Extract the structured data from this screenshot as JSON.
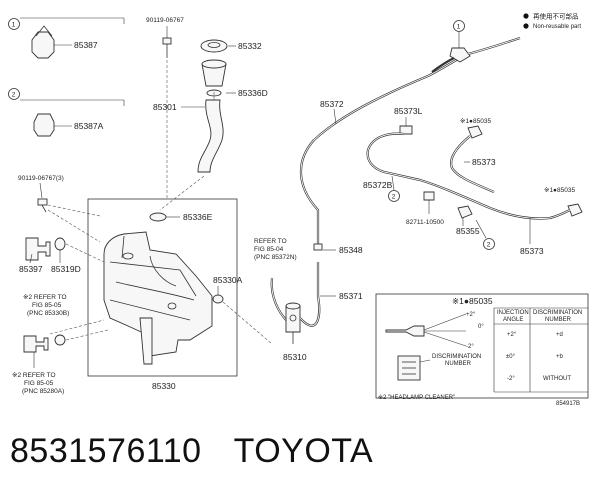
{
  "legend": {
    "item1": "再使用不可部品",
    "item2": "Non-reusable part"
  },
  "callouts": {
    "c1": "1",
    "c2": "2"
  },
  "parts": {
    "p85387": "85387",
    "p85387A": "85387A",
    "p90119_06767": "90119-06767",
    "p85332": "85332",
    "p85336D": "85336D",
    "p85301": "85301",
    "p90119_06767_3": "90119-06767(3)",
    "p85336E": "85336E",
    "p85397": "85397",
    "p85319D": "85319D",
    "p85330A": "85330A",
    "p85330": "85330",
    "p85372": "85372",
    "p85373L": "85373L",
    "p85035_a": "※1●85035",
    "p85373_a": "85373",
    "p85372B": "85372B",
    "p85035_b": "※1●85035",
    "p82711": "82711-10500",
    "p85355": "85355",
    "p85373_b": "85373",
    "p85348": "85348",
    "p85371": "85371",
    "p85310": "85310"
  },
  "refs": {
    "fig_85_04": [
      "REFER TO",
      "FIG 85-04",
      "(PNC 85372N)"
    ],
    "ref2_a": [
      "※2 REFER TO",
      "FIG 85-05",
      "(PNC 85330B)"
    ],
    "ref2_b": [
      "※2 REFER TO",
      "FIG 85-05",
      "(PNC 85280A)"
    ]
  },
  "inset": {
    "title": "※1●85035",
    "col_angle": [
      "INJECTION",
      "ANGLE"
    ],
    "col_disc": [
      "DISCRIMINATION",
      "NUMBER"
    ],
    "rows": [
      {
        "angle": "+2°",
        "number": "+d"
      },
      {
        "angle": "±0°",
        "number": "+b"
      },
      {
        "angle": "-2°",
        "number": "WITHOUT"
      }
    ],
    "deg_plus": "+2°",
    "deg_zero": "0°",
    "deg_minus": "-2°",
    "disc_label": [
      "DISCRIMINATION",
      "NUMBER"
    ]
  },
  "note": "※2 \"HEADLAMP CLEANER\"",
  "diagram_code": "854917B",
  "footer": {
    "part_number": "8531576110",
    "brand": "TOYOTA"
  }
}
